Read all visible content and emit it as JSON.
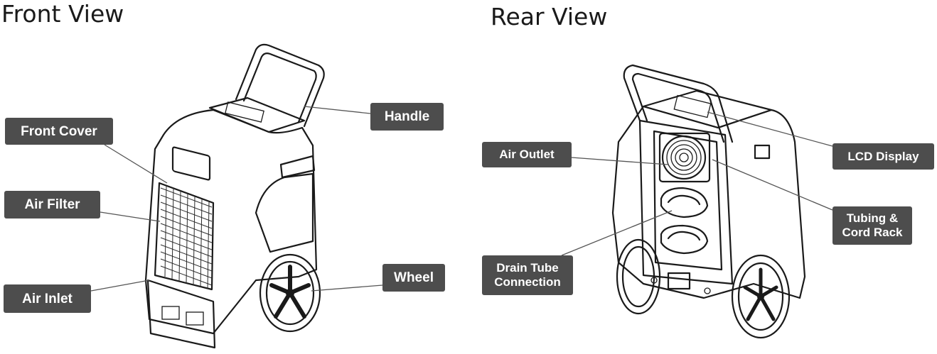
{
  "views": {
    "front": {
      "title": "Front View",
      "labels": {
        "front_cover": "Front Cover",
        "air_filter": "Air Filter",
        "air_inlet": "Air Inlet",
        "handle": "Handle",
        "wheel": "Wheel"
      }
    },
    "rear": {
      "title": "Rear View",
      "labels": {
        "air_outlet": "Air Outlet",
        "lcd_display": "LCD Display",
        "tubing_cord_rack": "Tubing &\nCord Rack",
        "drain_tube_connection": "Drain Tube\nConnection"
      }
    }
  },
  "colors": {
    "label_background": "#4d4d4d",
    "label_text": "#ffffff",
    "line_art": "#1a1a1a"
  }
}
